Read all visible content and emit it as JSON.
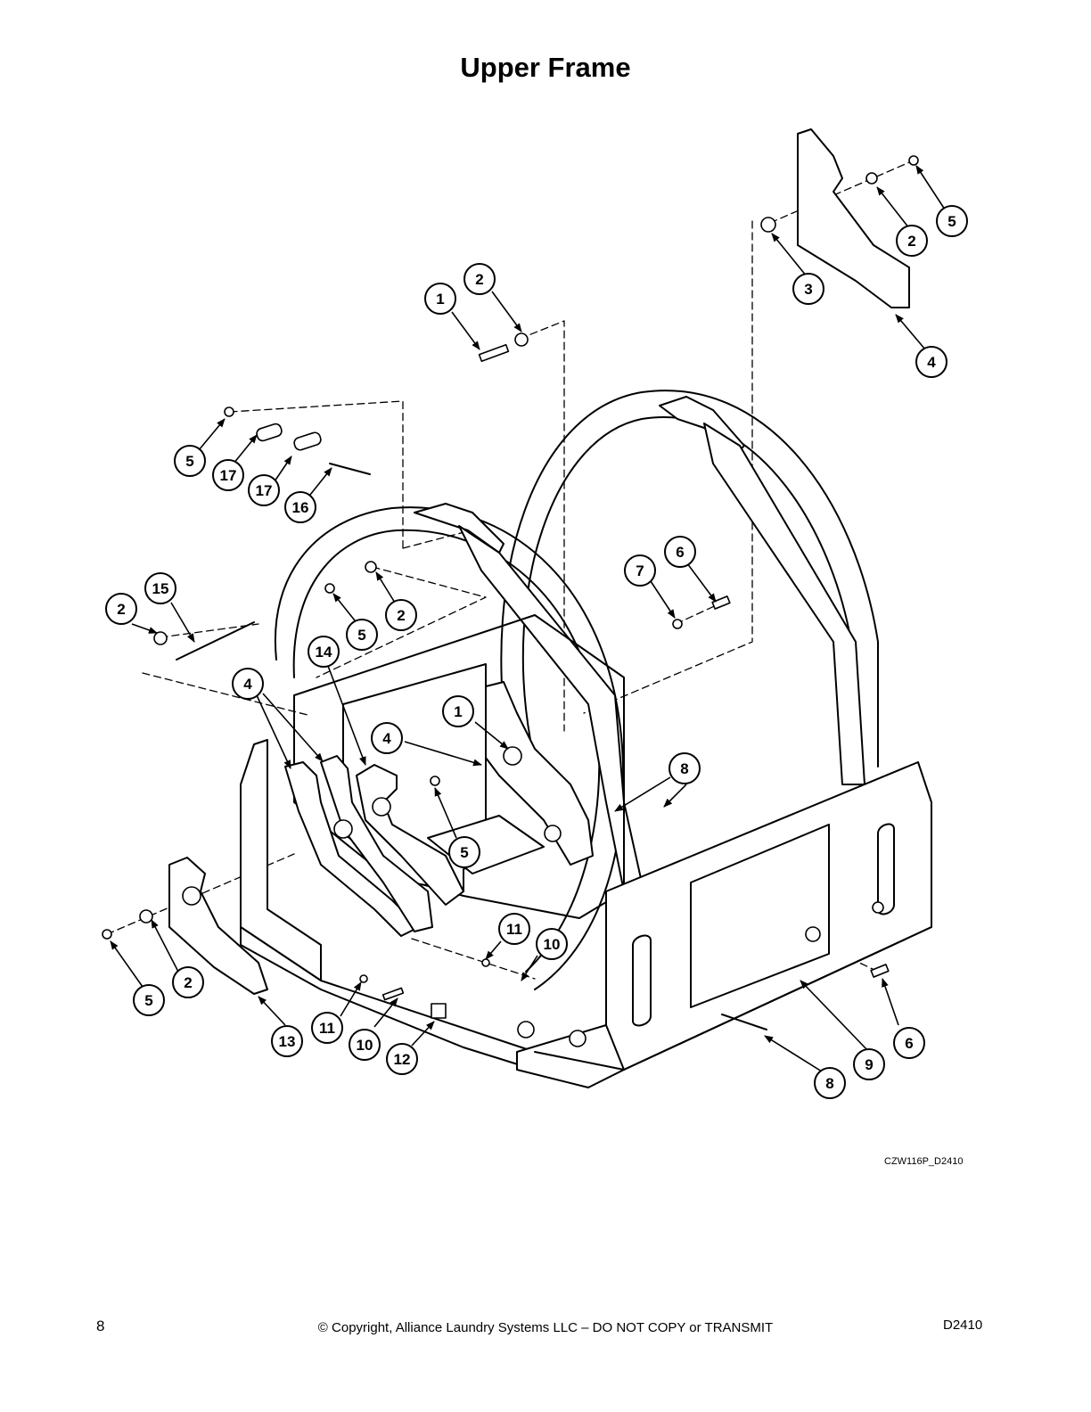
{
  "page": {
    "title": "Upper Frame",
    "drawing_id": "CZW116P_D2410",
    "page_number": "8",
    "copyright": "© Copyright, Alliance Laundry Systems LLC – DO NOT COPY or TRANSMIT",
    "doc_id": "D2410"
  },
  "callouts": [
    {
      "label": "1"
    },
    {
      "label": "2"
    },
    {
      "label": "2"
    },
    {
      "label": "5"
    },
    {
      "label": "3"
    },
    {
      "label": "4"
    },
    {
      "label": "5"
    },
    {
      "label": "17"
    },
    {
      "label": "17"
    },
    {
      "label": "16"
    },
    {
      "label": "2"
    },
    {
      "label": "15"
    },
    {
      "label": "5"
    },
    {
      "label": "2"
    },
    {
      "label": "14"
    },
    {
      "label": "7"
    },
    {
      "label": "6"
    },
    {
      "label": "4"
    },
    {
      "label": "1"
    },
    {
      "label": "4"
    },
    {
      "label": "5"
    },
    {
      "label": "8"
    },
    {
      "label": "11"
    },
    {
      "label": "10"
    },
    {
      "label": "5"
    },
    {
      "label": "2"
    },
    {
      "label": "13"
    },
    {
      "label": "11"
    },
    {
      "label": "10"
    },
    {
      "label": "12"
    },
    {
      "label": "9"
    },
    {
      "label": "6"
    },
    {
      "label": "8"
    }
  ],
  "colors": {
    "line": "#000000",
    "fill": "#ffffff",
    "shade": "#d9d9d9"
  }
}
